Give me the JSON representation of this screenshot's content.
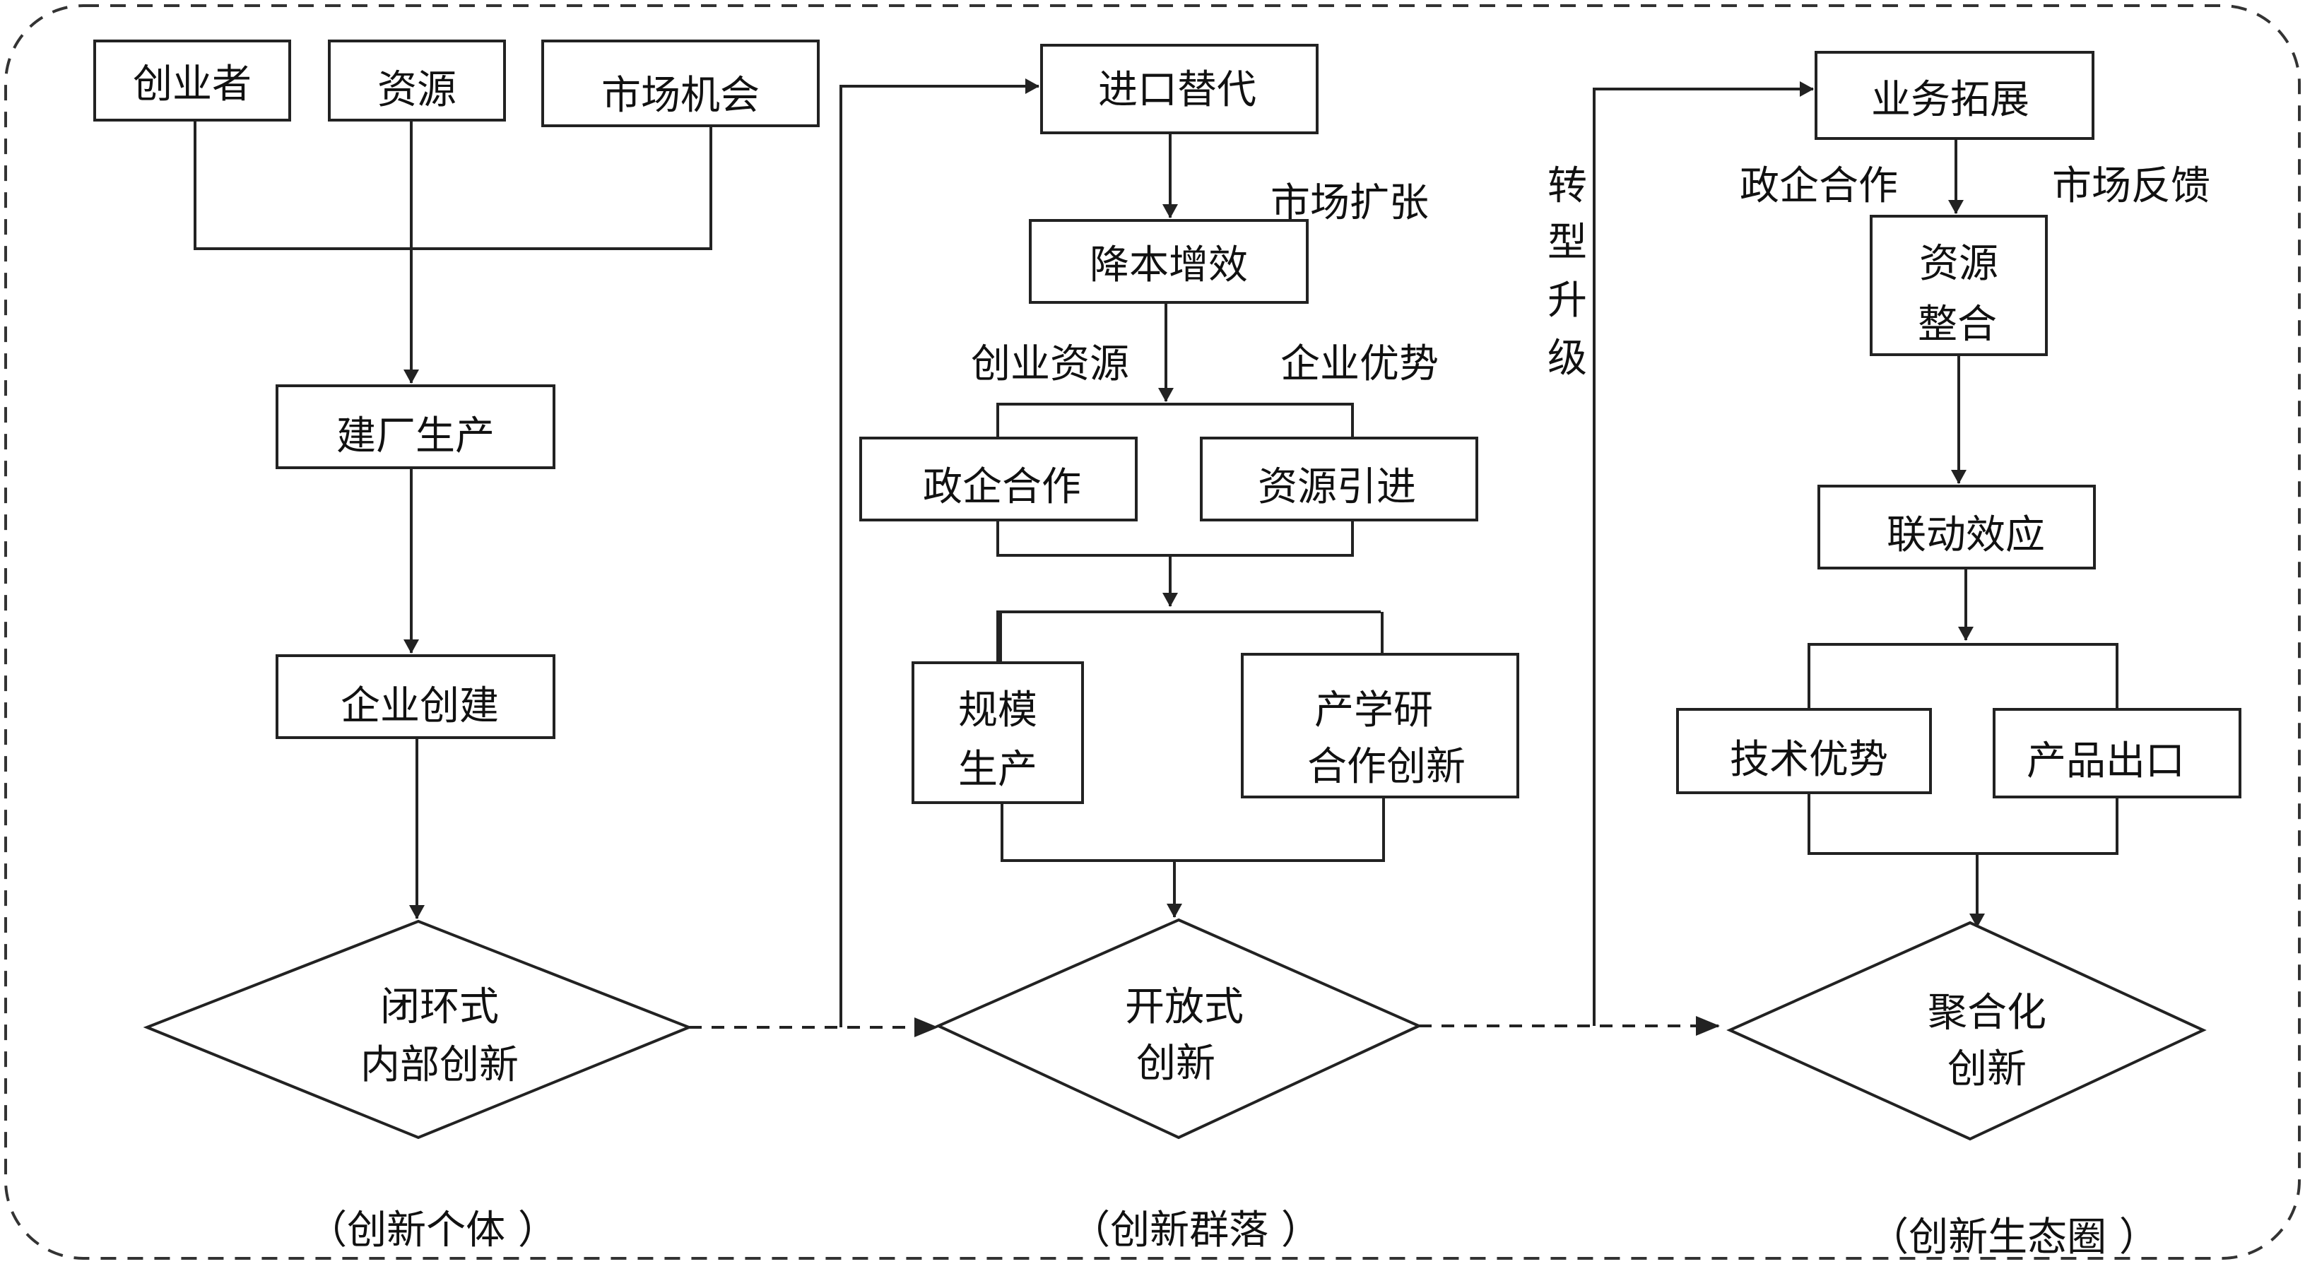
{
  "nodes": {
    "entrepreneur": "创业者",
    "resources": "资源",
    "market_opportunity": "市场机会",
    "build_factory": "建厂生产",
    "enterprise_founding": "企业创建",
    "closed_innovation": [
      "闭环式",
      "内部创新"
    ],
    "import_substitution": "进口替代",
    "cost_efficiency": "降本增效",
    "gov_enterprise_coop": "政企合作",
    "resource_introduction": "资源引进",
    "scale_production": [
      "规模",
      "生产"
    ],
    "industry_academia": [
      "产学研",
      "合作创新"
    ],
    "open_innovation": [
      "开放式",
      "创新"
    ],
    "business_expansion": "业务拓展",
    "resource_integration": [
      "资源",
      "整合"
    ],
    "linkage_effect": "联动效应",
    "tech_advantage": "技术优势",
    "product_export": "产品出口",
    "aggregated_innovation": [
      "聚合化",
      "创新"
    ]
  },
  "edge_labels": {
    "market_expansion": "市场扩张",
    "entrepreneurial_resources": "创业资源",
    "enterprise_advantage": "企业优势",
    "transformation_upgrade": [
      "转",
      "型",
      "升",
      "级"
    ],
    "gov_coop_right": "政企合作",
    "market_feedback": "市场反馈"
  },
  "stages": {
    "individual": "（创新个体 ）",
    "community": "（创新群落 ）",
    "ecosystem": "（创新生态圈 ）"
  }
}
